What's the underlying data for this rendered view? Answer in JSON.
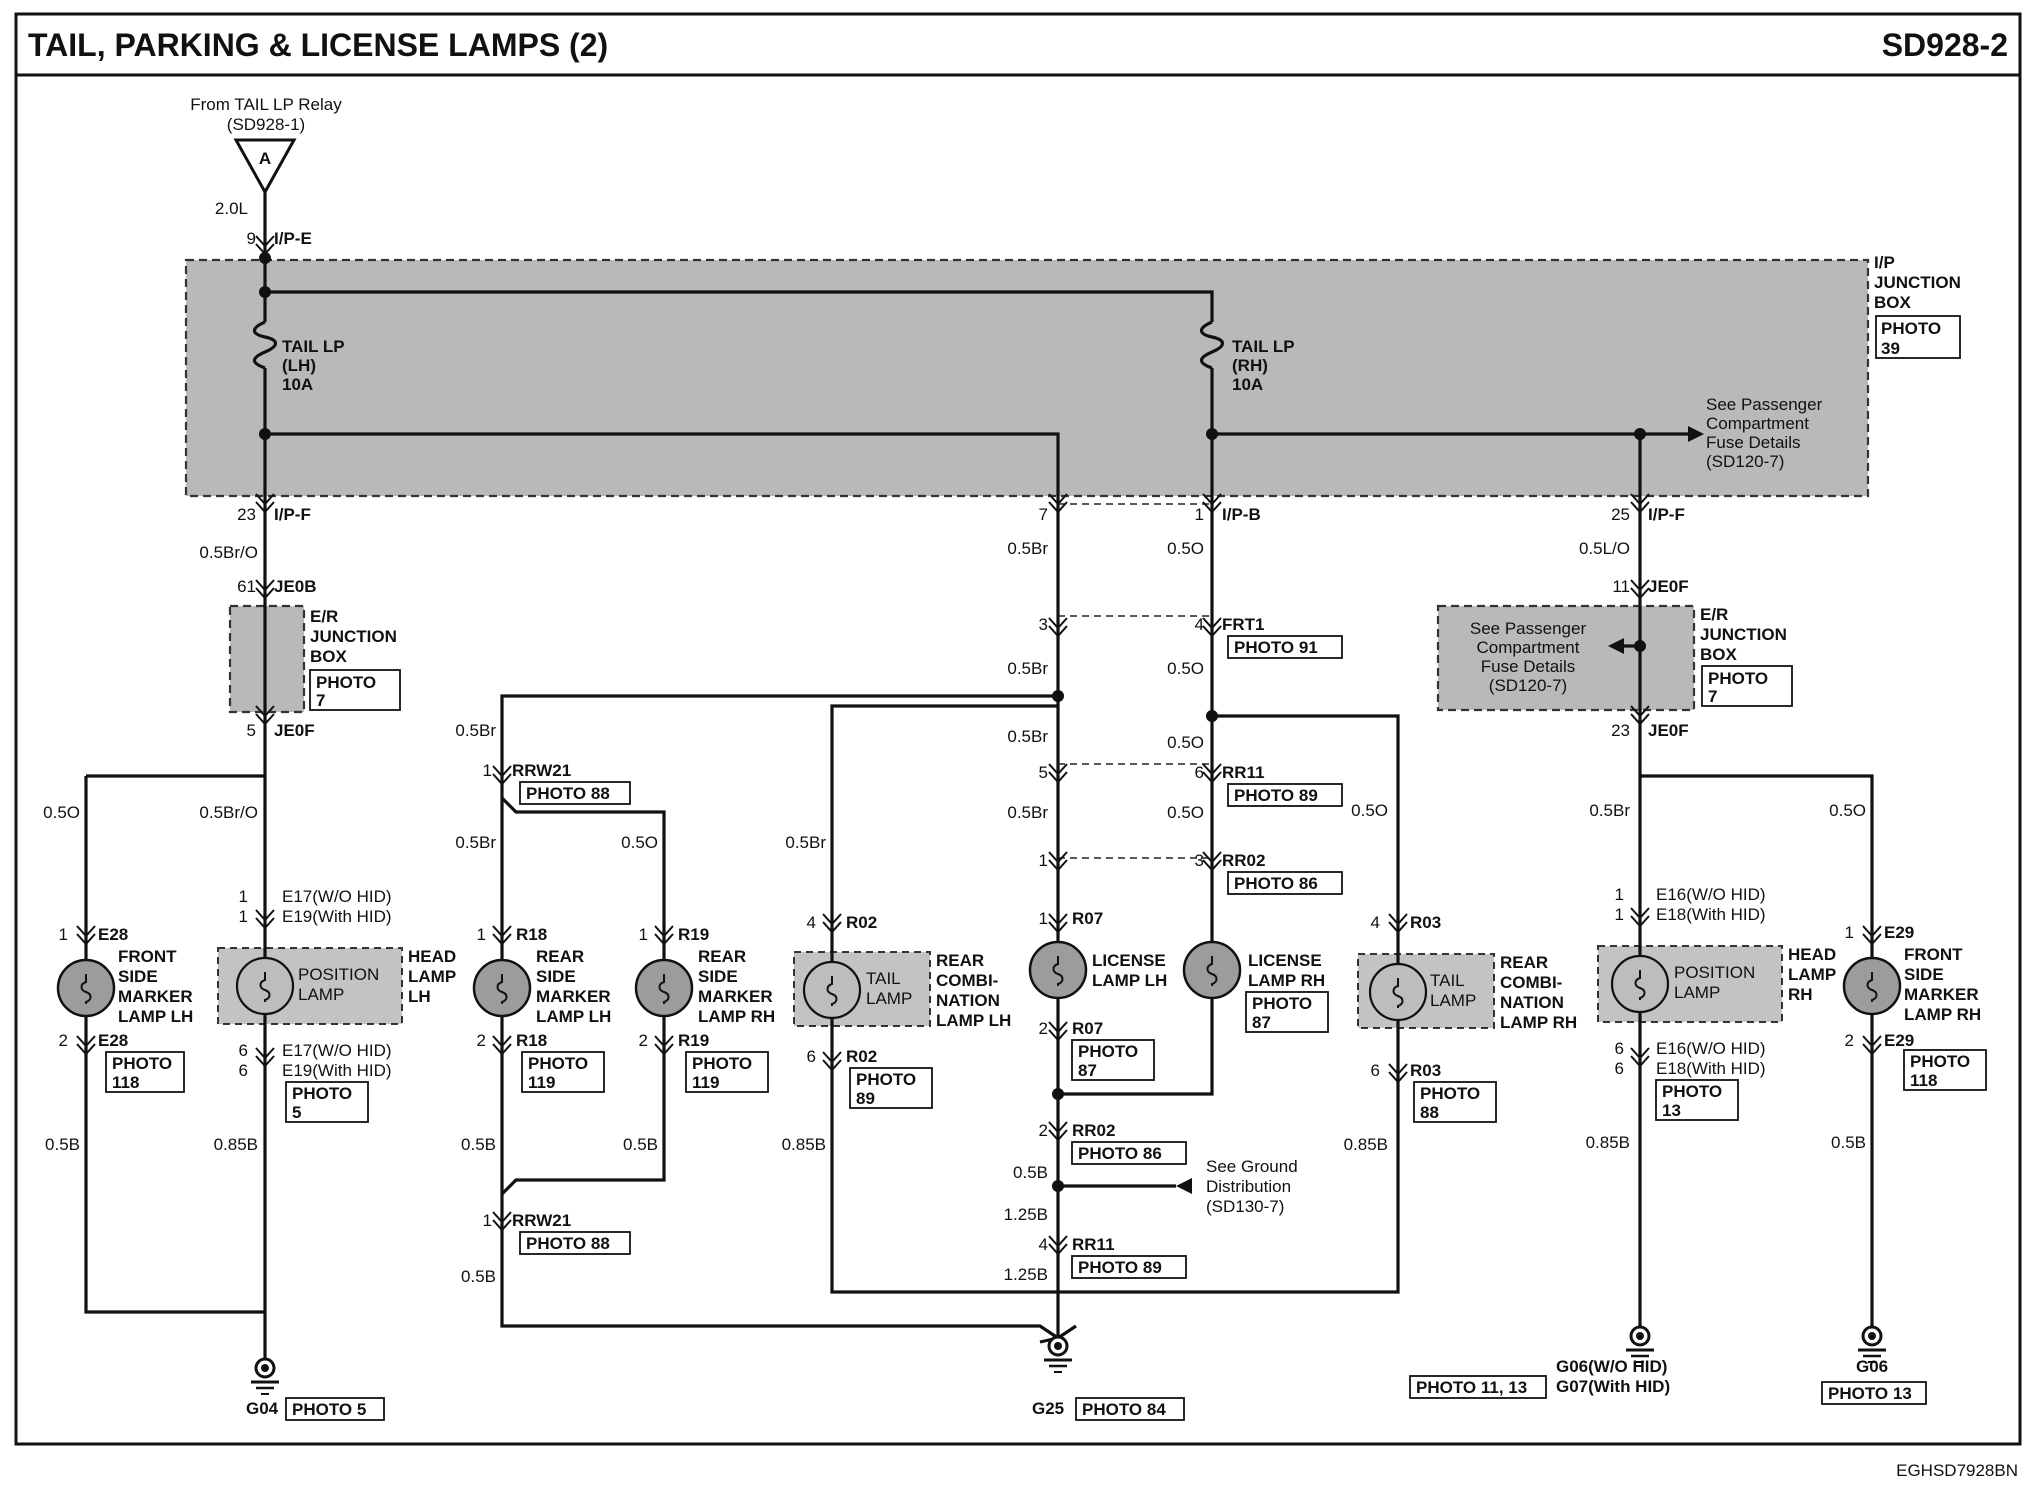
{
  "header": {
    "title": "TAIL, PARKING & LICENSE LAMPS (2)",
    "code": "SD928-2"
  },
  "footer_code": "EGHSD7928BN",
  "source": {
    "line1": "From TAIL LP Relay",
    "line2": "(SD928-1)",
    "connector": "A"
  },
  "ip_junction_box": {
    "line1": "I/P",
    "line2": "JUNCTION",
    "line3": "BOX",
    "photo1": "PHOTO",
    "photo2": "39"
  },
  "fuse_lh": {
    "l1": "TAIL LP",
    "l2": "(LH)",
    "l3": "10A"
  },
  "fuse_rh": {
    "l1": "TAIL LP",
    "l2": "(RH)",
    "l3": "10A"
  },
  "see_pass_fuse_top": {
    "l1": "See Passenger",
    "l2": "Compartment",
    "l3": "Fuse Details",
    "l4": "(SD120-7)"
  },
  "see_pass_fuse_er": {
    "l1": "See Passenger",
    "l2": "Compartment",
    "l3": "Fuse Details",
    "l4": "(SD120-7)"
  },
  "er_jb_left": {
    "l1": "E/R",
    "l2": "JUNCTION",
    "l3": "BOX",
    "p1": "PHOTO",
    "p2": "7"
  },
  "er_jb_right": {
    "l1": "E/R",
    "l2": "JUNCTION",
    "l3": "BOX",
    "p1": "PHOTO",
    "p2": "7"
  },
  "pins": {
    "p9": "9",
    "ipe": "I/P-E",
    "w20l": "2.0L",
    "p23a": "23",
    "ipf_a": "I/P-F",
    "w05bro_a": "0.5Br/O",
    "p61": "61",
    "je0b": "JE0B",
    "p5a": "5",
    "je0f_a": "JE0F",
    "p7": "7",
    "w05br_7": "0.5Br",
    "p1b": "1",
    "ipb": "I/P-B",
    "w05o_b": "0.5O",
    "p25": "25",
    "ipf_b": "I/P-F",
    "w05lo": "0.5L/O",
    "p11": "11",
    "je0f_b": "JE0F",
    "p23b": "23",
    "je0f_c": "JE0F",
    "p3": "3",
    "p4frt": "4",
    "frt1": "FRT1",
    "photo91": "PHOTO 91",
    "w05br_mid": "0.5Br",
    "w05o_mid": "0.5O",
    "w05br_mid2": "0.5Br",
    "w05o_mid2": "0.5O",
    "p5b": "5",
    "p6rr11": "6",
    "rr11_top": "RR11",
    "photo89_top": "PHOTO 89",
    "w05br_mid3": "0.5Br",
    "w05o_mid3": "0.5O",
    "p1rr02": "1",
    "p3rr02": "3",
    "rr02_top": "RR02",
    "photo86_top": "PHOTO 86",
    "w05br_rrw": "0.5Br",
    "p1rrw": "1",
    "rrw21_top": "RRW21",
    "photo88_top": "PHOTO 88",
    "w05br_r18": "0.5Br",
    "w05o_r19": "0.5O",
    "w05br_r02": "0.5Br",
    "w05o_r03": "0.5O",
    "w05o_fl": "0.5O",
    "w05bro_b": "0.5Br/O",
    "w05br_e16": "0.5Br",
    "w05o_fr": "0.5O"
  },
  "components": {
    "e28": {
      "pin1": "1",
      "conn1": "E28",
      "n1": "FRONT",
      "n2": "SIDE",
      "n3": "MARKER",
      "n4": "LAMP LH",
      "pin2": "2",
      "conn2": "E28",
      "p1": "PHOTO",
      "p2": "118",
      "wire": "0.5B"
    },
    "headlh": {
      "pin1a": "1",
      "conn1a": "E17(W/O HID)",
      "pin1b": "1",
      "conn1b": "E19(With HID)",
      "bulb1": "POSITION",
      "bulb2": "LAMP",
      "n1": "HEAD",
      "n2": "LAMP",
      "n3": "LH",
      "pin6a": "6",
      "conn6a": "E17(W/O HID)",
      "pin6b": "6",
      "conn6b": "E19(With HID)",
      "p1": "PHOTO",
      "p2": "5",
      "wire": "0.85B"
    },
    "r18": {
      "pin1": "1",
      "conn1": "R18",
      "n1": "REAR",
      "n2": "SIDE",
      "n3": "MARKER",
      "n4": "LAMP LH",
      "pin2": "2",
      "conn2": "R18",
      "p1": "PHOTO",
      "p2": "119",
      "wire": "0.5B"
    },
    "r19": {
      "pin1": "1",
      "conn1": "R19",
      "n1": "REAR",
      "n2": "SIDE",
      "n3": "MARKER",
      "n4": "LAMP RH",
      "pin2": "2",
      "conn2": "R19",
      "p1": "PHOTO",
      "p2": "119",
      "wire": "0.5B"
    },
    "r02": {
      "pin4": "4",
      "conn4": "R02",
      "bulb1": "TAIL",
      "bulb2": "LAMP",
      "n1": "REAR",
      "n2": "COMBI-",
      "n3": "NATION",
      "n4": "LAMP LH",
      "pin6": "6",
      "conn6": "R02",
      "p1": "PHOTO",
      "p2": "89",
      "wire": "0.85B"
    },
    "r07": {
      "pin1": "1",
      "conn1": "R07",
      "n1": "LICENSE",
      "n2": "LAMP LH",
      "pin2": "2",
      "conn2": "R07",
      "p1": "PHOTO",
      "p2": "87"
    },
    "lic_rh": {
      "n1": "LICENSE",
      "n2": "LAMP RH",
      "p1": "PHOTO",
      "p2": "87"
    },
    "r03": {
      "pin4": "4",
      "conn4": "R03",
      "bulb1": "TAIL",
      "bulb2": "LAMP",
      "n1": "REAR",
      "n2": "COMBI-",
      "n3": "NATION",
      "n4": "LAMP RH",
      "pin6": "6",
      "conn6": "R03",
      "p1": "PHOTO",
      "p2": "88",
      "wire": "0.85B"
    },
    "headrh": {
      "pin1a": "1",
      "conn1a": "E16(W/O HID)",
      "pin1b": "1",
      "conn1b": "E18(With HID)",
      "bulb1": "POSITION",
      "bulb2": "LAMP",
      "n1": "HEAD",
      "n2": "LAMP",
      "n3": "RH",
      "pin6a": "6",
      "conn6a": "E16(W/O HID)",
      "pin6b": "6",
      "conn6b": "E18(With HID)",
      "p1": "PHOTO",
      "p2": "13",
      "wire": "0.85B"
    },
    "e29": {
      "pin1": "1",
      "conn1": "E29",
      "n1": "FRONT",
      "n2": "SIDE",
      "n3": "MARKER",
      "n4": "LAMP RH",
      "pin2": "2",
      "conn2": "E29",
      "p1": "PHOTO",
      "p2": "118",
      "wire": "0.5B"
    }
  },
  "lower": {
    "p2rr02": "2",
    "rr02_b": "RR02",
    "photo86_b": "PHOTO 86",
    "w05b_g": "0.5B",
    "ground_note1": "See Ground",
    "ground_note2": "Distribution",
    "ground_note3": "(SD130-7)",
    "w125b_a": "1.25B",
    "p4rr11": "4",
    "rr11_b": "RR11",
    "photo89_b": "PHOTO 89",
    "w125b_b": "1.25B",
    "p1rrw_b": "1",
    "rrw21_b": "RRW21",
    "photo88_b": "PHOTO 88",
    "w05b_rrw": "0.5B"
  },
  "grounds": {
    "g04": "G04",
    "g04_photo": "PHOTO 5",
    "g25": "G25",
    "g25_photo": "PHOTO 84",
    "photo1113": "PHOTO 11, 13",
    "g06a": "G06(W/O HID)",
    "g07": "G07(With HID)",
    "g06b": "G06",
    "g06b_photo": "PHOTO 13"
  }
}
